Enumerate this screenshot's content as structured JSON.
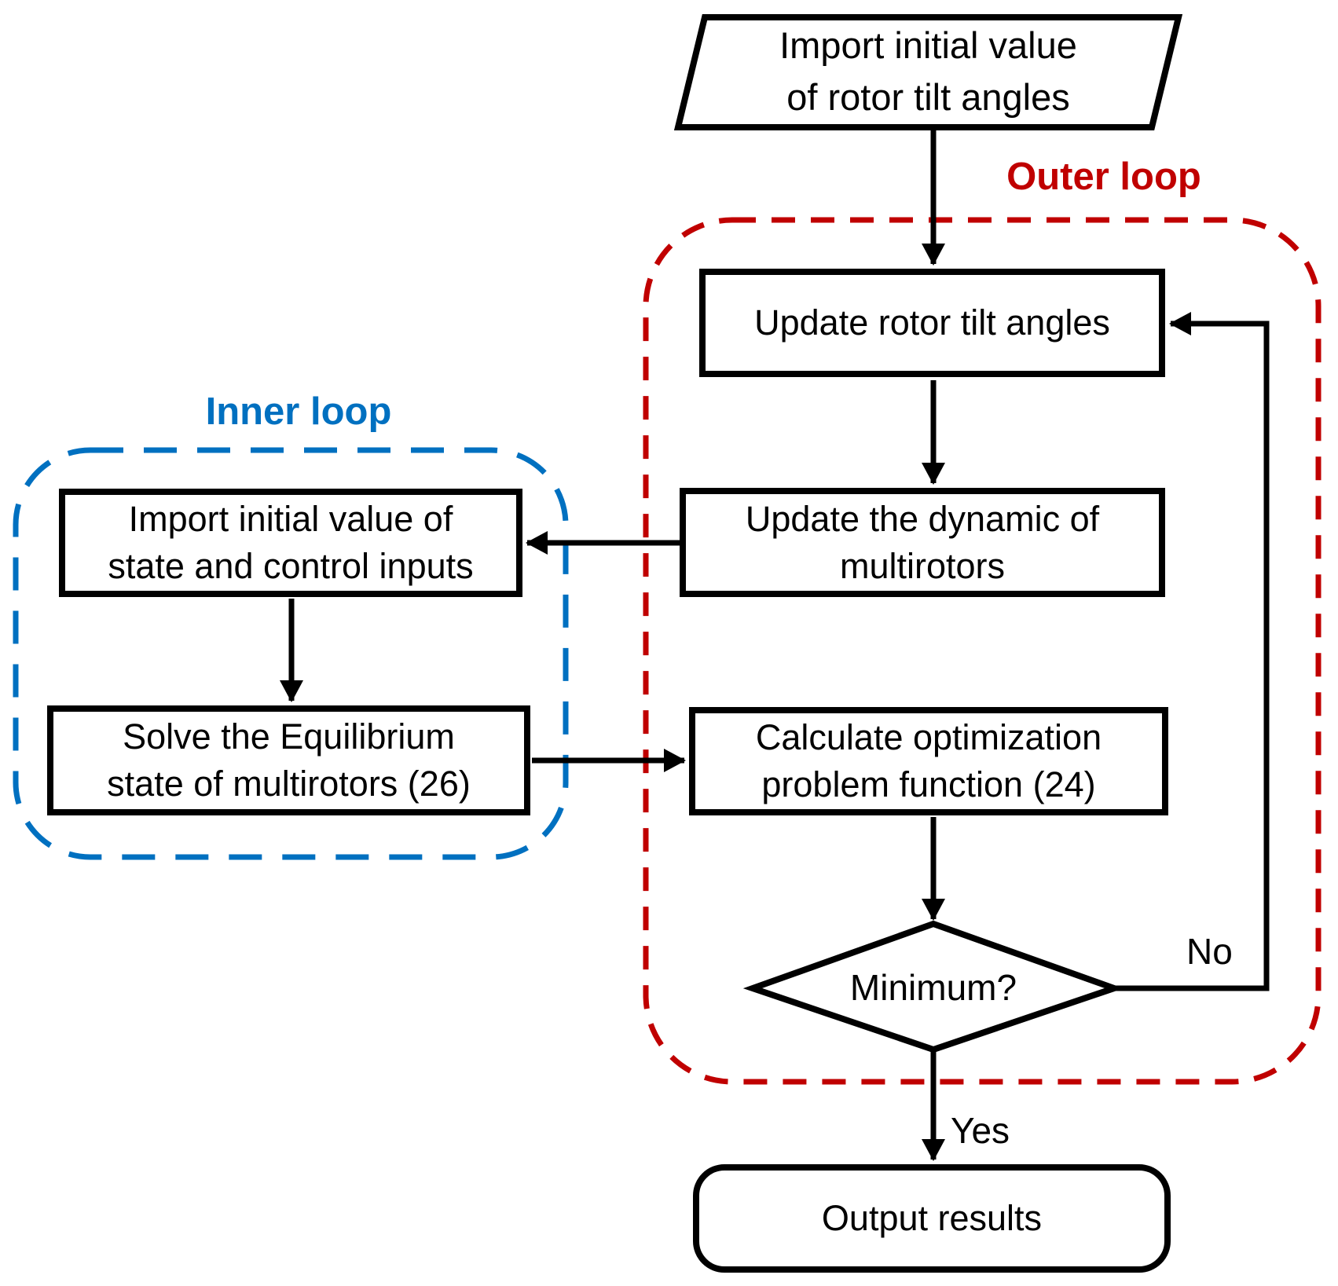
{
  "labels": {
    "outer_loop": "Outer loop",
    "inner_loop": "Inner loop",
    "yes": "Yes",
    "no": "No"
  },
  "nodes": {
    "start": {
      "shape": "parallelogram",
      "lines": [
        "Import initial value",
        "of rotor tilt angles"
      ]
    },
    "update_tilt_angles": {
      "shape": "process",
      "lines": [
        "Update rotor tilt angles"
      ]
    },
    "update_dynamic": {
      "shape": "process",
      "lines": [
        "Update the dynamic of",
        "multirotors"
      ]
    },
    "import_state_inputs": {
      "shape": "process",
      "lines": [
        "Import initial value of",
        "state and control inputs"
      ]
    },
    "solve_equilibrium": {
      "shape": "process",
      "lines": [
        "Solve the Equilibrium",
        "state of multirotors (26)"
      ]
    },
    "calculate_optimization": {
      "shape": "process",
      "lines": [
        "Calculate optimization",
        "problem function (24)"
      ]
    },
    "minimum_decision": {
      "shape": "decision",
      "lines": [
        "Minimum?"
      ]
    },
    "output_results": {
      "shape": "terminator",
      "lines": [
        "Output results"
      ]
    }
  },
  "edges": [
    {
      "from": "start",
      "to": "update_tilt_angles",
      "label": ""
    },
    {
      "from": "update_tilt_angles",
      "to": "update_dynamic",
      "label": ""
    },
    {
      "from": "update_dynamic",
      "to": "import_state_inputs",
      "label": ""
    },
    {
      "from": "import_state_inputs",
      "to": "solve_equilibrium",
      "label": ""
    },
    {
      "from": "solve_equilibrium",
      "to": "calculate_optimization",
      "label": ""
    },
    {
      "from": "calculate_optimization",
      "to": "minimum_decision",
      "label": ""
    },
    {
      "from": "minimum_decision",
      "to": "update_tilt_angles",
      "label": "No"
    },
    {
      "from": "minimum_decision",
      "to": "output_results",
      "label": "Yes"
    }
  ],
  "colors": {
    "outer_loop": "#C00000",
    "inner_loop": "#0070C0",
    "line": "#000000"
  }
}
